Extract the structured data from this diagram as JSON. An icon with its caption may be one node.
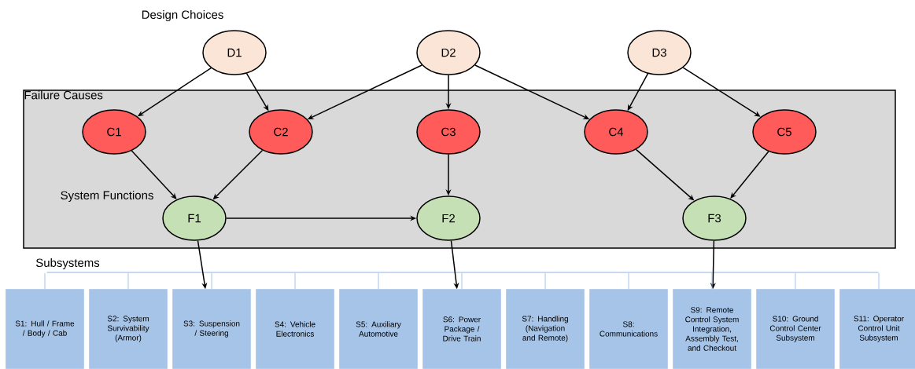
{
  "diagram": {
    "nodes": [
      {
        "text": [
          "D1"
        ]
      },
      {
        "text": [
          "D2"
        ]
      },
      {
        "text": [
          "D3"
        ]
      },
      {
        "text": [
          "Failure Causes"
        ]
      },
      {
        "text": [
          "C1"
        ],
        "in": 3
      },
      {
        "text": [
          "C2"
        ],
        "in": 3
      },
      {
        "text": [
          "C3"
        ],
        "in": 3
      },
      {
        "text": [
          "C4"
        ],
        "in": 3
      },
      {
        "text": [
          "C5"
        ],
        "in": 3
      },
      {
        "text": [
          "F1"
        ],
        "in": 3
      },
      {
        "text": [
          "F2"
        ],
        "in": 3
      },
      {
        "text": [
          "F3"
        ],
        "in": 3
      },
      {
        "text": [],
        "shape": "bar"
      },
      {
        "text": [
          "S1: Hull / Frame / Body / Cab"
        ]
      },
      {
        "text": [
          "S2: System Survivability (Armor)"
        ]
      },
      {
        "text": [
          "S3: Suspension / Steering"
        ]
      },
      {
        "text": [
          "S4: Vehicle Electronics"
        ]
      },
      {
        "text": [
          "S5: Auxiliary Automotive"
        ]
      },
      {
        "text": [
          "S6: Power Package / Drive Train"
        ]
      },
      {
        "text": [
          "S7: Handling (Navigation and Remote)"
        ]
      },
      {
        "text": [
          "S8: Communications"
        ]
      },
      {
        "text": [
          "S9: Remote Control System Integration, Assembly Test, and Checkout"
        ]
      },
      {
        "text": [
          "S10: Ground Control Center Subsystem"
        ]
      },
      {
        "text": [
          "S11: Operator Control Unit Subsystem"
        ]
      }
    ],
    "edges": [
      {
        "from": 0,
        "to": 4,
        "arrow": "to"
      },
      {
        "from": 0,
        "to": 5,
        "arrow": "to"
      },
      {
        "from": 1,
        "to": 5,
        "arrow": "to"
      },
      {
        "from": 1,
        "to": 6,
        "arrow": "to"
      },
      {
        "from": 1,
        "to": 7,
        "arrow": "to"
      },
      {
        "from": 2,
        "to": 7,
        "arrow": "to"
      },
      {
        "from": 2,
        "to": 8,
        "arrow": "to"
      },
      {
        "from": 4,
        "to": 9,
        "arrow": "to"
      },
      {
        "from": 5,
        "to": 9,
        "arrow": "to"
      },
      {
        "from": 6,
        "to": 10,
        "arrow": "to"
      },
      {
        "from": 7,
        "to": 11,
        "arrow": "to"
      },
      {
        "from": 8,
        "to": 11,
        "arrow": "to"
      },
      {
        "from": 9,
        "to": 10,
        "arrow": "to"
      },
      {
        "from": 9,
        "to": 15,
        "arrow": "to"
      },
      {
        "from": 10,
        "to": 18,
        "arrow": "to"
      },
      {
        "from": 11,
        "to": 21,
        "arrow": "to"
      },
      {
        "from": 12,
        "to": 13,
        "arrow": "none",
        "color": "#8eb4e3"
      },
      {
        "from": 12,
        "to": 14,
        "arrow": "none",
        "color": "#8eb4e3"
      },
      {
        "from": 12,
        "to": 15,
        "arrow": "none",
        "color": "#8eb4e3"
      },
      {
        "from": 12,
        "to": 16,
        "arrow": "none",
        "color": "#8eb4e3"
      },
      {
        "from": 12,
        "to": 17,
        "arrow": "none",
        "color": "#8eb4e3"
      },
      {
        "from": 12,
        "to": 18,
        "arrow": "none",
        "color": "#8eb4e3"
      },
      {
        "from": 12,
        "to": 19,
        "arrow": "none",
        "color": "#8eb4e3"
      },
      {
        "from": 12,
        "to": 20,
        "arrow": "none",
        "color": "#8eb4e3"
      },
      {
        "from": 12,
        "to": 21,
        "arrow": "none",
        "color": "#8eb4e3"
      },
      {
        "from": 12,
        "to": 22,
        "arrow": "none",
        "color": "#8eb4e3"
      },
      {
        "from": 12,
        "to": 23,
        "arrow": "none",
        "color": "#8eb4e3"
      }
    ],
    "labels": [
      "Design Choices",
      "System Functions",
      "Subsystems"
    ]
  }
}
